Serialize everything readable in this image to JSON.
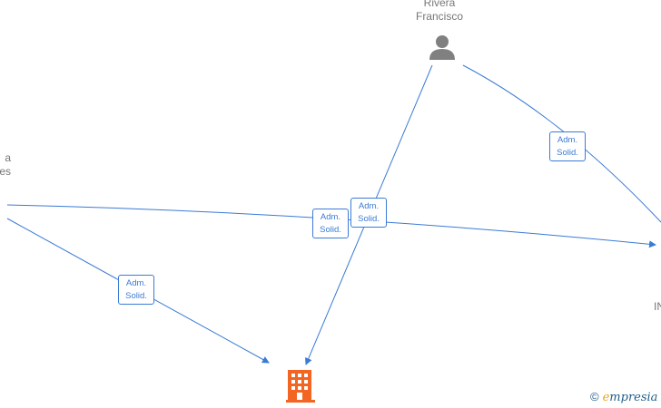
{
  "nodes": {
    "person_top": {
      "line1": "Rivera",
      "line2": "Francisco"
    },
    "person_left": {
      "line1": "a",
      "line2": "es"
    },
    "right_partial": {
      "text": "IN"
    }
  },
  "edge_labels": [
    {
      "line1": "Adm.",
      "line2": "Solid."
    },
    {
      "line1": "Adm.",
      "line2": "Solid."
    },
    {
      "line1": "Adm.",
      "line2": "Solid."
    },
    {
      "line1": "Adm.",
      "line2": "Solid."
    }
  ],
  "colors": {
    "edge": "#3a7bd5",
    "person_icon": "#808080",
    "company_icon": "#f26522"
  },
  "icons": {
    "person": "person-icon",
    "company": "building-icon"
  },
  "watermark": {
    "symbol": "©",
    "e": "e",
    "brand": "mpresia"
  }
}
